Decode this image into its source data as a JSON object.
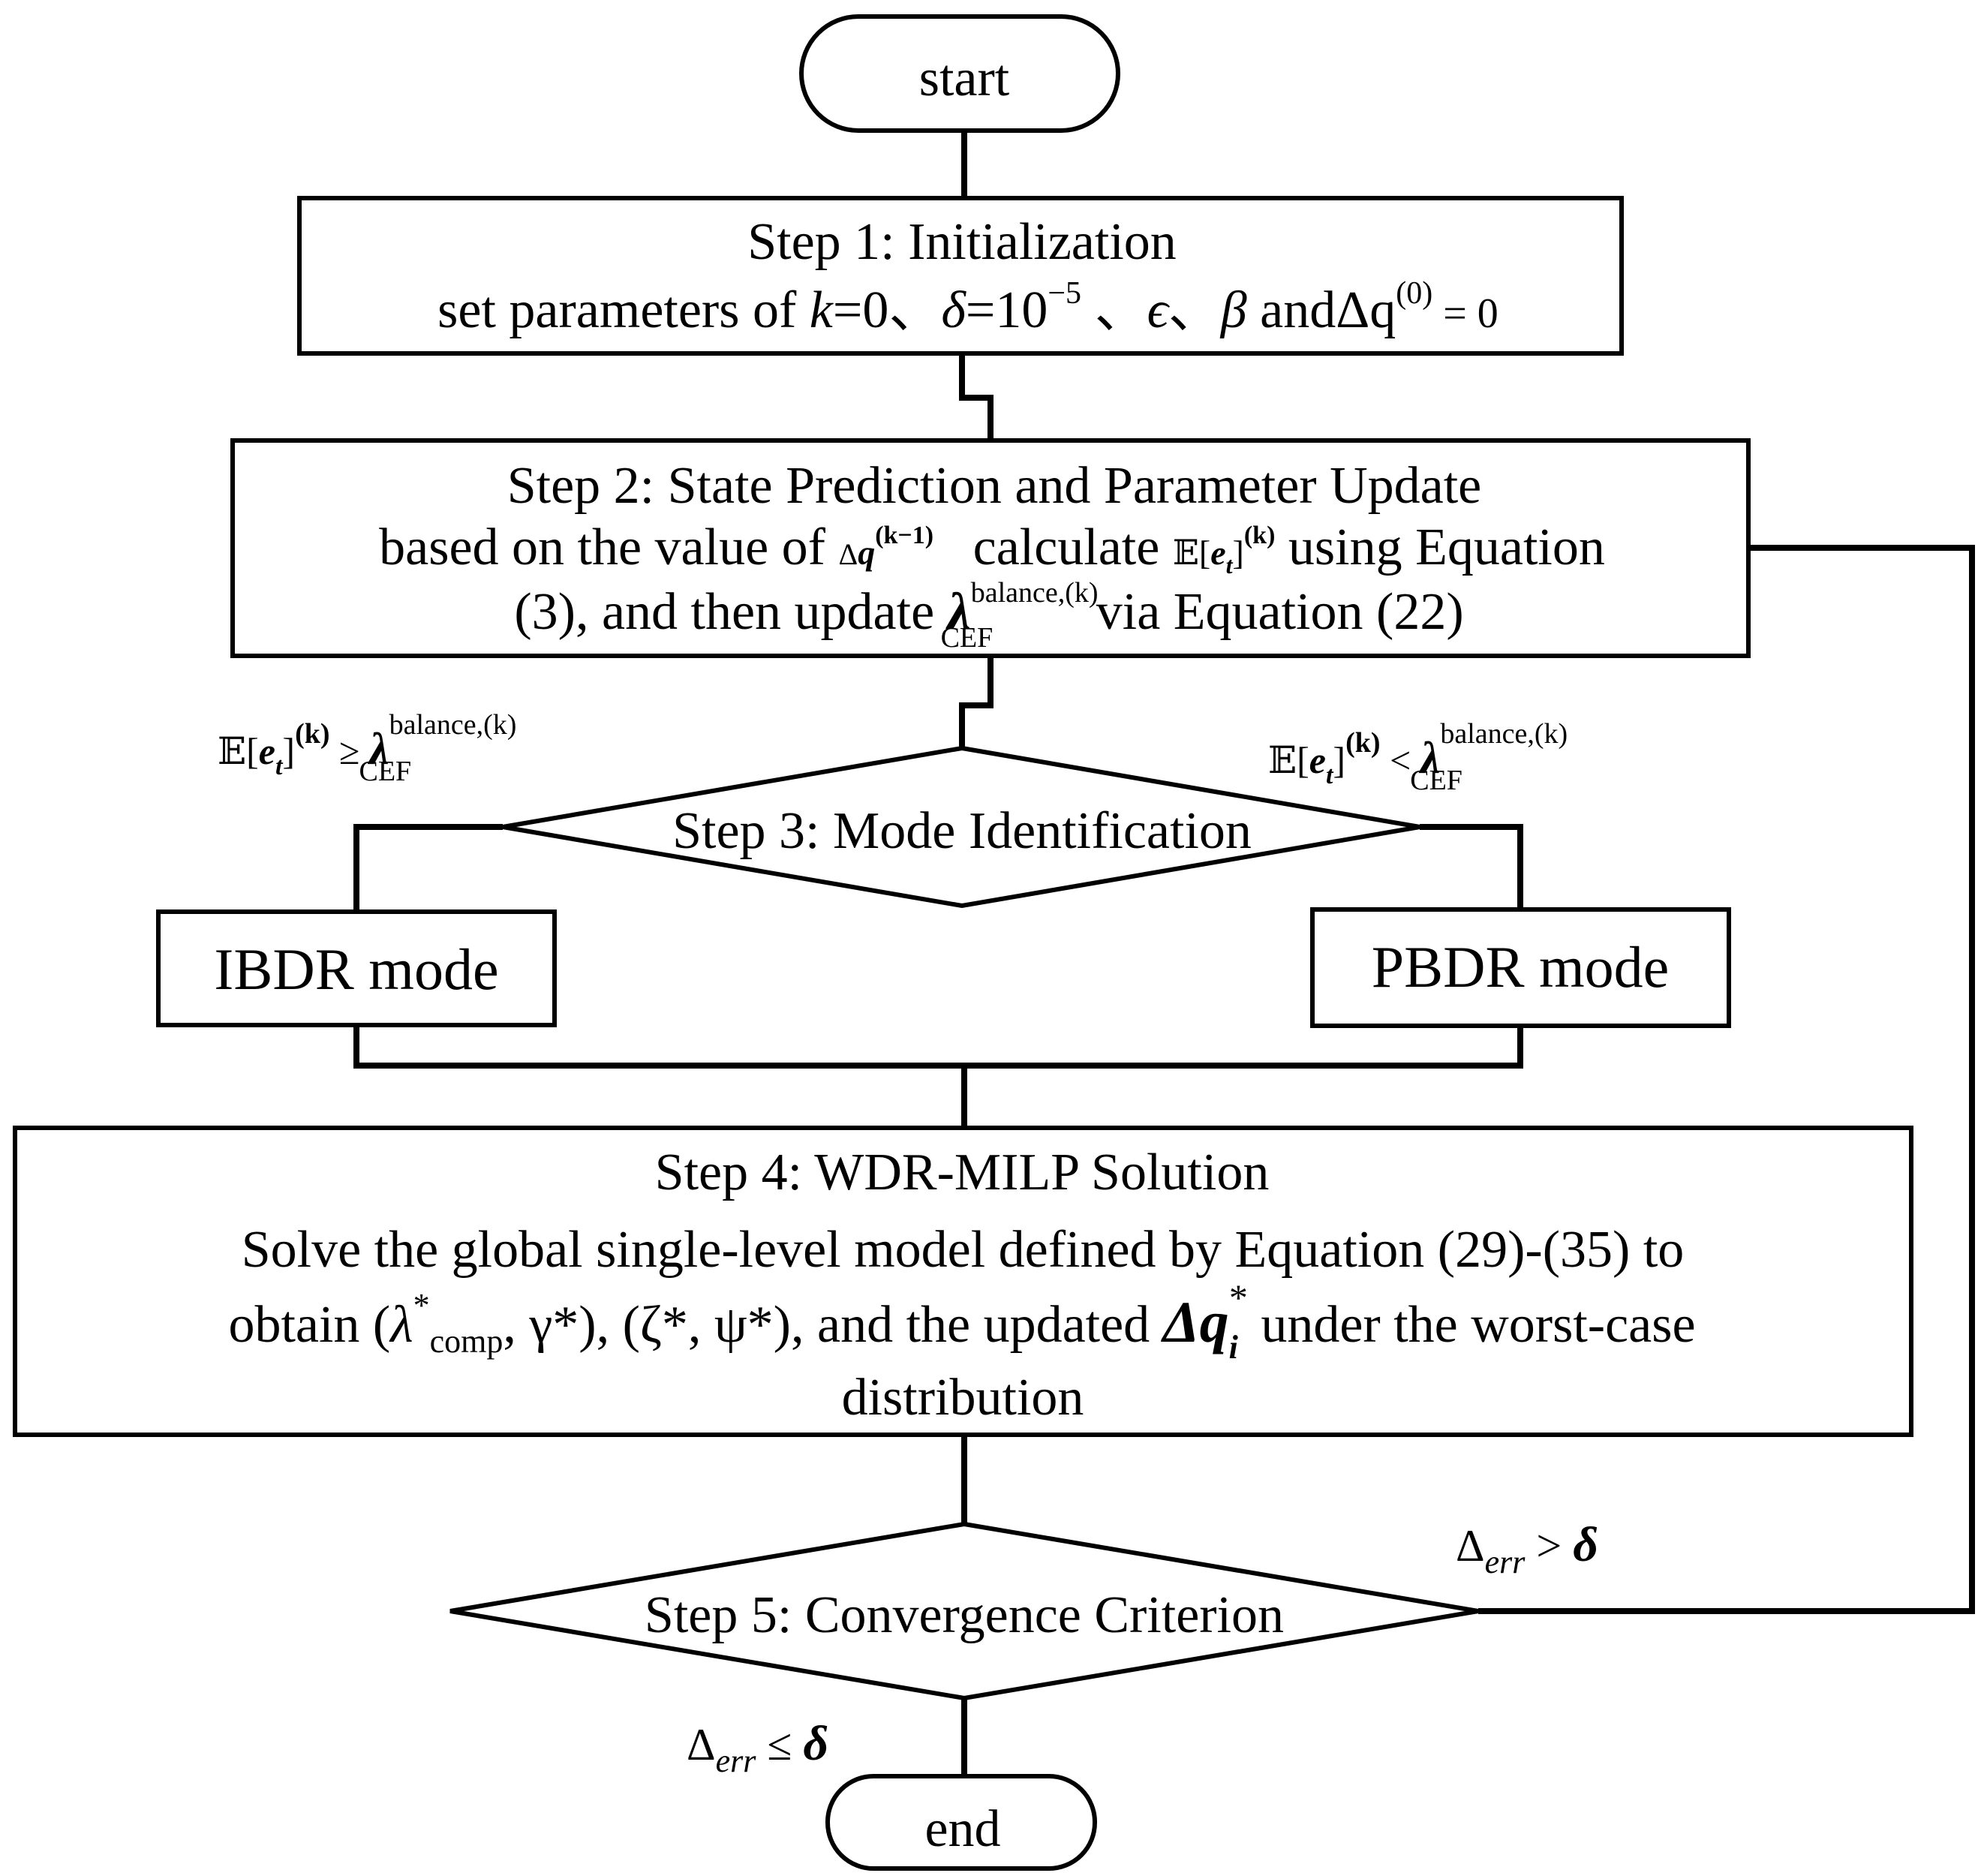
{
  "start": {
    "label": "start"
  },
  "end": {
    "label": "end"
  },
  "step1": {
    "title": "Step 1: Initialization",
    "line_prefix": "set parameters of ",
    "k": "k",
    "k_value": "=0、",
    "delta": "δ",
    "delta_value": "=10",
    "delta_exp": "−5",
    "sep1": " 、",
    "epsilon": "ϵ",
    "sep2": "、",
    "beta": "β",
    "and_dq": " andΔq",
    "dq_sup": "(0)",
    "dq_eq": " = 0"
  },
  "step2": {
    "title": "Step 2: State Prediction and Parameter Update",
    "line2_prefix": "based on the value of ",
    "dq_symbol": "Δ",
    "dq_var": "q",
    "dq_sup": "(k−1)",
    "calculate": "calculate ",
    "expect": "𝔼[",
    "e": "e",
    "t": "t",
    "close": "]",
    "k_sup": "(k)",
    "line2_suffix": " using Equation",
    "line3_prefix": "(3), and then update ",
    "lambda": "λ",
    "lambda_sup": "balance,(k)",
    "lambda_sub": "CEF",
    "line3_suffix": " via Equation (22)"
  },
  "step3": {
    "title": "Step 3: Mode Identification",
    "cond_left_op": "≥",
    "cond_right_op": "<"
  },
  "modes": {
    "left": "IBDR mode",
    "right": "PBDR mode"
  },
  "step4": {
    "title": "Step 4: WDR-MILP Solution",
    "line2": "Solve the global single-level model defined by Equation (29)-(35) to",
    "obtain": "obtain (",
    "lambda": "λ",
    "star": "*",
    "comp": "comp",
    "gamma_part": ", γ*), (ζ*, ψ*), and the updated ",
    "dq": "Δq",
    "dq_sub": "i",
    "dq_sup": "*",
    "line3_suffix": " under the worst-case",
    "line4": "distribution"
  },
  "step5": {
    "title": "Step 5: Convergence Criterion",
    "delta_sym": "Δ",
    "err": "err",
    "gt": " > ",
    "le": " ≤ ",
    "delta": "δ"
  }
}
